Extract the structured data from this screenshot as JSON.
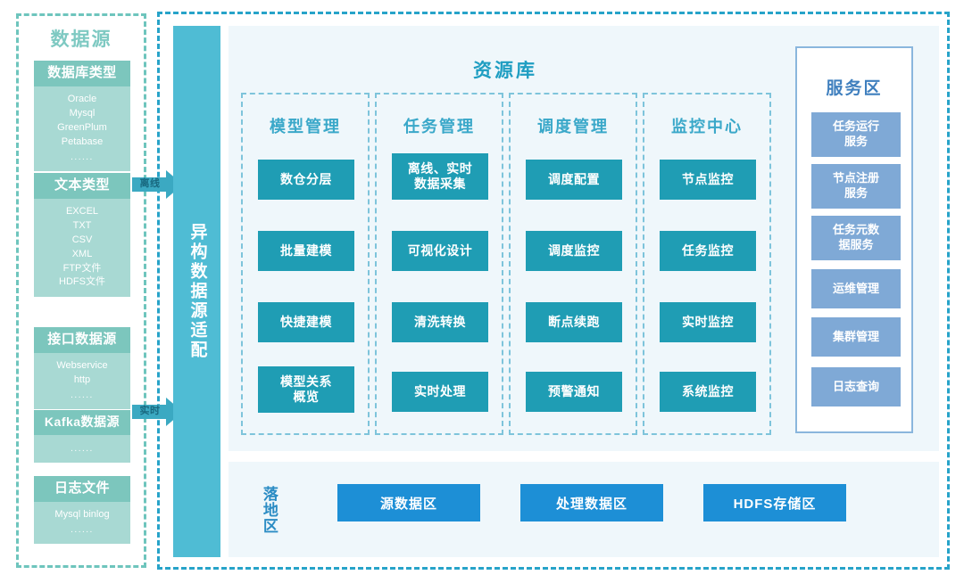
{
  "colors": {
    "teal_dashed": "#6ec5bd",
    "blue_dashed": "#27a3c9",
    "ds_card_head": "#7cc6bd",
    "ds_card_body": "#a8d9d3",
    "adapter_bar": "#4fbcd4",
    "panel_bg": "#eff7fb",
    "module_box": "#1f9db4",
    "module_title": "#3aa8c9",
    "service_box": "#7fa9d6",
    "service_border": "#8ab6dd",
    "landing_box": "#1d8fd6"
  },
  "data_source": {
    "title": "数据源",
    "cards": [
      {
        "name": "database-type",
        "head": "数据库类型",
        "items": [
          "Oracle",
          "Mysql",
          "GreenPlum",
          "Petabase"
        ],
        "dots": "......"
      },
      {
        "name": "text-type",
        "head": "文本类型",
        "items": [
          "EXCEL",
          "TXT",
          "CSV",
          "XML",
          "FTP文件",
          "HDFS文件"
        ],
        "dots": ""
      },
      {
        "name": "api-data-source",
        "head": "接口数据源",
        "items": [
          "Webservice",
          "http"
        ],
        "dots": "......"
      },
      {
        "name": "kafka-data-source",
        "head": "Kafka数据源",
        "items": [],
        "dots": "......"
      },
      {
        "name": "log-file",
        "head": "日志文件",
        "items": [
          "Mysql binlog"
        ],
        "dots": "......"
      }
    ]
  },
  "arrows": [
    {
      "name": "offline-arrow",
      "label": "离线"
    },
    {
      "name": "realtime-arrow",
      "label": "实时"
    }
  ],
  "adapter": {
    "label": "异构数据源适配"
  },
  "resource_library": {
    "title": "资源库",
    "columns": [
      {
        "name": "model-management",
        "title": "模型管理",
        "items": [
          "数仓分层",
          "批量建模",
          "快捷建模",
          "模型关系\n概览"
        ]
      },
      {
        "name": "task-management",
        "title": "任务管理",
        "items": [
          "离线、实时\n数据采集",
          "可视化设计",
          "清洗转换",
          "实时处理"
        ]
      },
      {
        "name": "schedule-management",
        "title": "调度管理",
        "items": [
          "调度配置",
          "调度监控",
          "断点续跑",
          "预警通知"
        ]
      },
      {
        "name": "monitor-center",
        "title": "监控中心",
        "items": [
          "节点监控",
          "任务监控",
          "实时监控",
          "系统监控"
        ]
      }
    ]
  },
  "service_area": {
    "title": "服务区",
    "items": [
      "任务运行\n服务",
      "节点注册\n服务",
      "任务元数\n据服务",
      "运维管理",
      "集群管理",
      "日志查询"
    ]
  },
  "landing_zone": {
    "label": "落地区",
    "items": [
      "源数据区",
      "处理数据区",
      "HDFS存储区"
    ]
  }
}
